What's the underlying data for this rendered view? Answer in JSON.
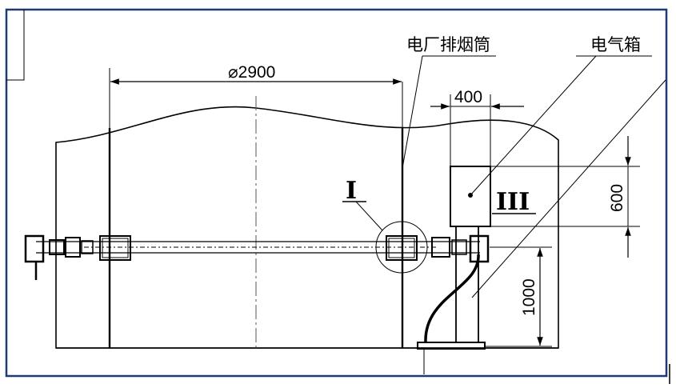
{
  "colors": {
    "frame": "#1f3a73",
    "line": "#000000",
    "center": "#555555"
  },
  "labels": {
    "chimney": "电厂排烟筒",
    "electrical_box": "电气箱",
    "detail_I": "I",
    "detail_III": "III"
  },
  "dimensions": {
    "diameter": "⌀2900",
    "box_width": "400",
    "box_height": "600",
    "mount_height": "1000"
  }
}
